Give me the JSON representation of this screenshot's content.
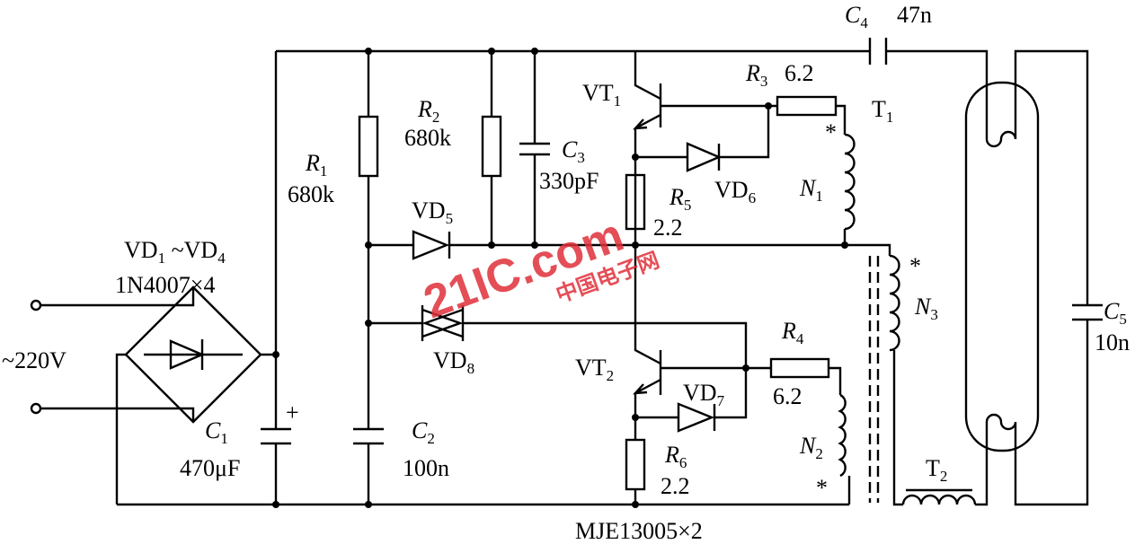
{
  "labels": {
    "c4": {
      "name": "C",
      "sub": "4",
      "value": "47n"
    },
    "r3": {
      "name": "R",
      "sub": "3",
      "value": "6.2"
    },
    "vt1": {
      "name": "VT",
      "sub": "1"
    },
    "t1": {
      "name": "T",
      "sub": "1"
    },
    "r2": {
      "name": "R",
      "sub": "2",
      "value": "680k"
    },
    "c3": {
      "name": "C",
      "sub": "3",
      "value": "330pF"
    },
    "r1": {
      "name": "R",
      "sub": "1",
      "value": "680k"
    },
    "vd5": {
      "name": "VD",
      "sub": "5"
    },
    "vd6": {
      "name": "VD",
      "sub": "6"
    },
    "r5": {
      "name": "R",
      "sub": "5",
      "value": "2.2"
    },
    "n1": {
      "name": "N",
      "sub": "1"
    },
    "n3": {
      "name": "N",
      "sub": "3"
    },
    "n2": {
      "name": "N",
      "sub": "2"
    },
    "bridge": {
      "a": "VD",
      "a_sub": "1",
      "sep": " ~VD",
      "b_sub": "4",
      "part": "1N4007×4"
    },
    "input": "~220V",
    "vd8": {
      "name": "VD",
      "sub": "8"
    },
    "vt2": {
      "name": "VT",
      "sub": "2"
    },
    "vd7": {
      "name": "VD",
      "sub": "7"
    },
    "r4": {
      "name": "R",
      "sub": "4",
      "value": "6.2"
    },
    "c5": {
      "name": "C",
      "sub": "5",
      "value": "10n"
    },
    "c1": {
      "name": "C",
      "sub": "1",
      "value": "470μF",
      "polarity": "+"
    },
    "c2": {
      "name": "C",
      "sub": "2",
      "value": "100n"
    },
    "r6": {
      "name": "R",
      "sub": "6",
      "value": "2.2"
    },
    "t2": {
      "name": "T",
      "sub": "2"
    },
    "transistors": "MJE13005×2",
    "dot_mark": "*"
  },
  "watermark": {
    "text": "21IC.com",
    "cn": "中国电子网",
    "color": "#e0303a"
  }
}
